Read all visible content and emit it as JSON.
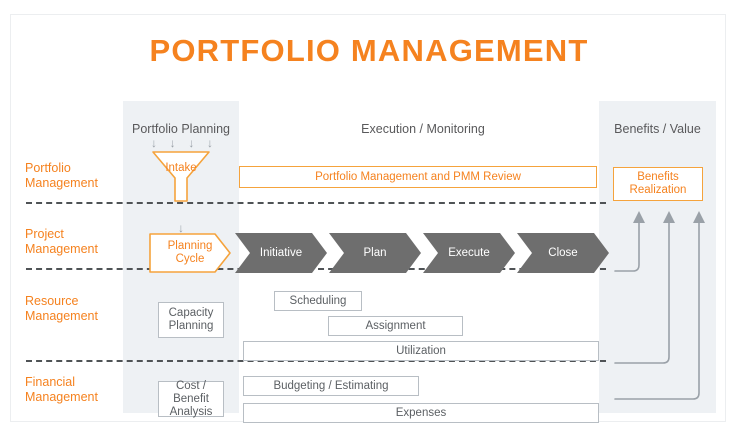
{
  "title": "PORTFOLIO MANAGEMENT",
  "colors": {
    "accent_orange": "#F5821F",
    "chevron_gray": "#6E6E6E",
    "panel_gray": "#EEF1F4",
    "text_gray": "#59595B",
    "border_gray": "#B8BEC4"
  },
  "columns": {
    "left": "Portfolio Planning",
    "middle": "Execution / Monitoring",
    "right": "Benefits / Value"
  },
  "rows": [
    {
      "label": "Portfolio\nManagement",
      "line1": "Portfolio",
      "line2": "Management"
    },
    {
      "label": "Project\nManagement",
      "line1": "Project",
      "line2": "Management"
    },
    {
      "label": "Resource\nManagement",
      "line1": "Resource",
      "line2": "Management"
    },
    {
      "label": "Financial\nManagement",
      "line1": "Financial",
      "line2": "Management"
    }
  ],
  "portfolio_row": {
    "funnel_label": "Intake",
    "review_bar": "Portfolio Management and PMM Review",
    "benefits_line1": "Benefits",
    "benefits_line2": "Realization",
    "inflow_arrow_count": 4,
    "inflow_arrow_glyph": "↓"
  },
  "project_row": {
    "feed_arrow_glyph": "↓",
    "stages": [
      {
        "label_line1": "Planning",
        "label_line2": "Cycle",
        "style": "orange-outline"
      },
      {
        "label_line1": "Initiative",
        "label_line2": "",
        "style": "gray-filled"
      },
      {
        "label_line1": "Plan",
        "label_line2": "",
        "style": "gray-filled"
      },
      {
        "label_line1": "Execute",
        "label_line2": "",
        "style": "gray-filled"
      },
      {
        "label_line1": "Close",
        "label_line2": "",
        "style": "gray-filled"
      }
    ]
  },
  "resource_row": {
    "capacity_line1": "Capacity",
    "capacity_line2": "Planning",
    "bars": [
      "Scheduling",
      "Assignment",
      "Utilization"
    ]
  },
  "financial_row": {
    "cost_line1": "Cost / Benefit",
    "cost_line2": "Analysis",
    "bars": [
      "Budgeting / Estimating",
      "Expenses"
    ]
  },
  "return_arrows": {
    "count": 3,
    "description": "upward return arrows to Benefits Realization"
  }
}
